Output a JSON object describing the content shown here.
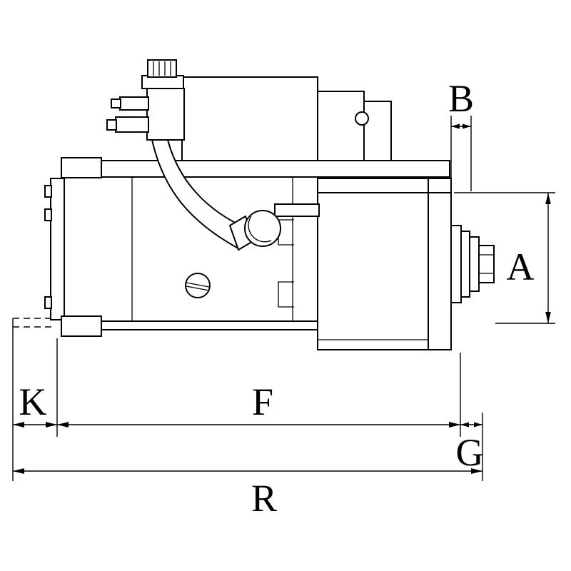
{
  "drawing": {
    "type": "technical-drawing",
    "subject": "starter-motor-side-view-dimension-diagram",
    "background_color": "#ffffff",
    "line_color": "#000000",
    "dimensions": {
      "A": {
        "label": "A",
        "axis": "vertical",
        "position": "right"
      },
      "B": {
        "label": "B",
        "axis": "horizontal",
        "position": "top-right"
      },
      "K": {
        "label": "K",
        "axis": "horizontal",
        "position": "bottom-left"
      },
      "F": {
        "label": "F",
        "axis": "horizontal",
        "position": "bottom-center"
      },
      "G": {
        "label": "G",
        "axis": "horizontal",
        "position": "bottom-right"
      },
      "R": {
        "label": "R",
        "axis": "horizontal",
        "position": "bottom-overall"
      }
    }
  }
}
